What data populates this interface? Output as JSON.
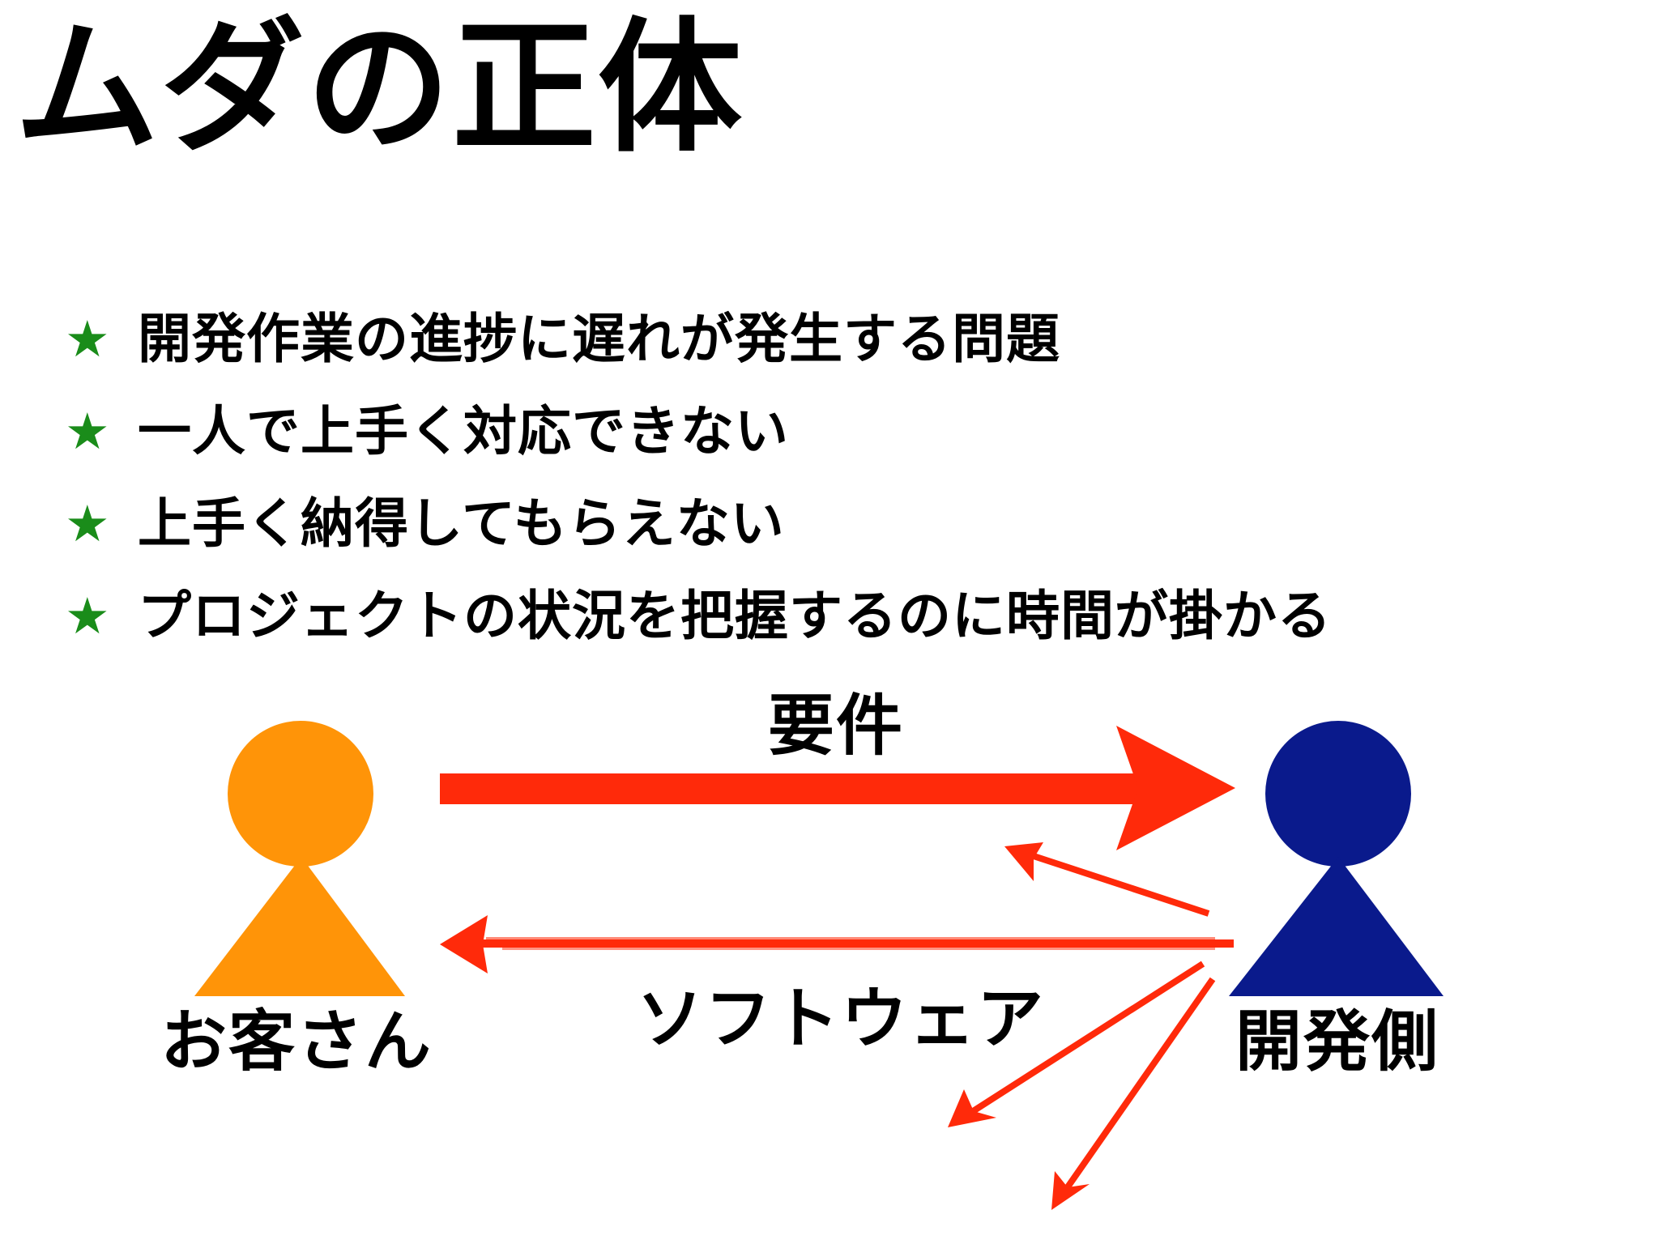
{
  "slide": {
    "title": "ムダの正体",
    "bullets": [
      {
        "icon": "star-icon",
        "text": "開発作業の進捗に遅れが発生する問題"
      },
      {
        "icon": "star-icon",
        "text": "一人で上手く対応できない"
      },
      {
        "icon": "star-icon",
        "text": "上手く納得してもらえない"
      },
      {
        "icon": "star-icon",
        "text": "プロジェクトの状況を把握するのに時間が掛かる"
      }
    ],
    "bullet_color": "#1a8c1a"
  },
  "diagram": {
    "customer": {
      "label": "お客さん",
      "color": "#ff9408"
    },
    "developer": {
      "label": "開発側",
      "color": "#0a1a8c"
    },
    "requirement_label": "要件",
    "software_label": "ソフトウェア",
    "arrow_color": "#ff2a0a"
  }
}
